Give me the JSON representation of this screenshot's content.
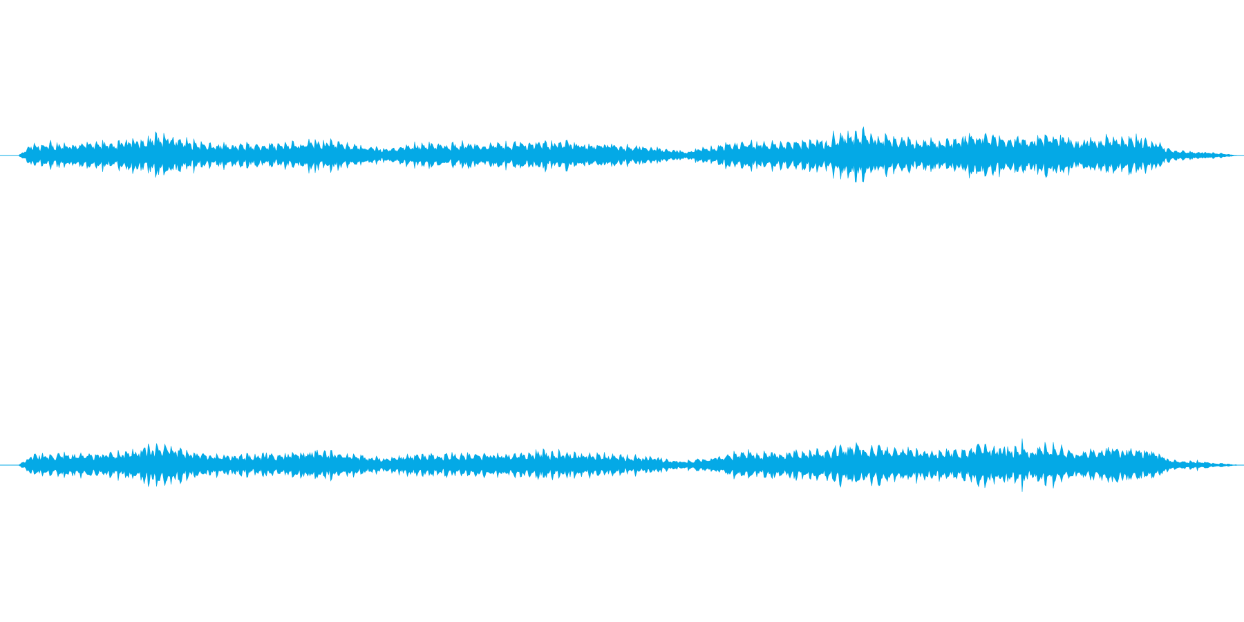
{
  "colors": {
    "waveform": "#04a9e6",
    "background": "#ffffff"
  },
  "chart_data": {
    "type": "area",
    "title": "",
    "xlabel": "",
    "ylabel": "",
    "grid": false,
    "ylim": [
      -1,
      1
    ],
    "xlim": [
      0,
      1
    ],
    "x": [
      0.0,
      0.01,
      0.04,
      0.08,
      0.12,
      0.15,
      0.175,
      0.21,
      0.245,
      0.27,
      0.3,
      0.325,
      0.36,
      0.395,
      0.43,
      0.47,
      0.51,
      0.545,
      0.59,
      0.63,
      0.665,
      0.68,
      0.74,
      0.77,
      0.79,
      0.81,
      0.83,
      0.85,
      0.87,
      0.9,
      0.93,
      0.945,
      0.96,
      0.985,
      1.0
    ],
    "series": [
      {
        "channel": 1,
        "values": [
          0.0,
          0.4,
          0.45,
          0.5,
          0.8,
          0.45,
          0.4,
          0.45,
          0.6,
          0.45,
          0.25,
          0.45,
          0.45,
          0.45,
          0.55,
          0.45,
          0.35,
          0.15,
          0.5,
          0.5,
          0.6,
          0.85,
          0.55,
          0.6,
          0.8,
          0.7,
          0.65,
          0.8,
          0.55,
          0.75,
          0.6,
          0.2,
          0.15,
          0.08,
          0.0
        ]
      },
      {
        "channel": 2,
        "values": [
          0.0,
          0.4,
          0.45,
          0.5,
          0.8,
          0.45,
          0.4,
          0.45,
          0.6,
          0.45,
          0.25,
          0.45,
          0.45,
          0.45,
          0.55,
          0.45,
          0.35,
          0.15,
          0.5,
          0.5,
          0.6,
          0.85,
          0.55,
          0.6,
          0.85,
          0.7,
          0.65,
          0.8,
          0.55,
          0.75,
          0.6,
          0.2,
          0.15,
          0.08,
          0.0
        ]
      }
    ]
  }
}
